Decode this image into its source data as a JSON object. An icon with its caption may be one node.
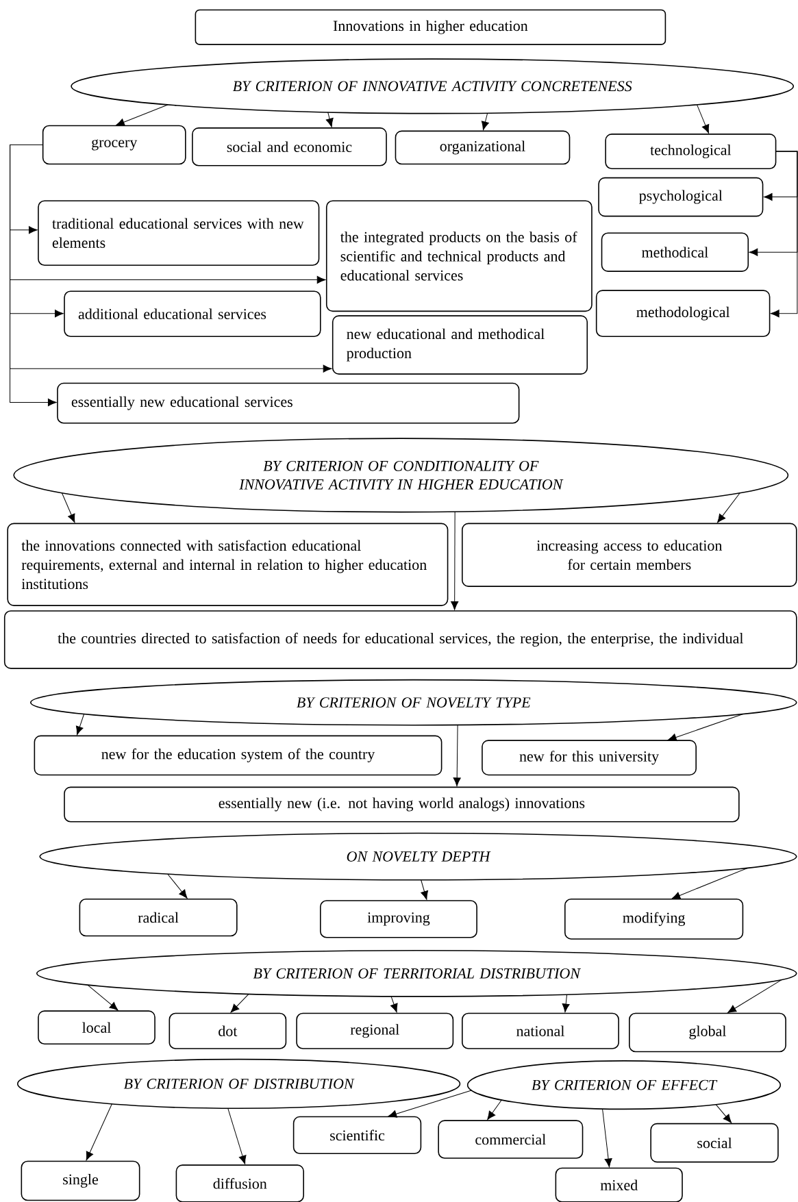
{
  "diagram": {
    "nodes": [
      {
        "text": [
          "Innovations in higher education"
        ]
      },
      {
        "text": [
          "BY CRITERION OF INNOVATIVE ACTIVITY CONCRETENESS"
        ]
      },
      {
        "text": [
          "grocery"
        ]
      },
      {
        "text": [
          "social and economic"
        ]
      },
      {
        "text": [
          "organizational"
        ]
      },
      {
        "text": [
          "technological"
        ]
      },
      {
        "text": [
          "psychological"
        ]
      },
      {
        "text": [
          "traditional educational services with new elements"
        ]
      },
      {
        "text": [
          "the integrated products on the basis of scientific and technical products and educational services"
        ]
      },
      {
        "text": [
          "methodical"
        ]
      },
      {
        "text": [
          "additional educational services"
        ]
      },
      {
        "text": [
          "methodological"
        ]
      },
      {
        "text": [
          "new educational and methodical production"
        ]
      },
      {
        "text": [
          "essentially new educational services"
        ]
      },
      {
        "text": [
          "BY CRITERION OF CONDITIONALITY OF INNOVATIVE ACTIVITY IN HIGHER EDUCATION"
        ]
      },
      {
        "text": [
          "the innovations connected with satisfaction educational requirements, external and internal in relation to higher education institutions"
        ]
      },
      {
        "text": [
          "increasing access to education for certain members"
        ]
      },
      {
        "text": [
          "the countries directed to satisfaction of needs for educational services, the region, the enterprise, the individual"
        ]
      },
      {
        "text": [
          "BY CRITERION OF NOVELTY TYPE"
        ]
      },
      {
        "text": [
          "new for the education system of the country"
        ]
      },
      {
        "text": [
          "new for this university"
        ]
      },
      {
        "text": [
          "essentially new (i.e. not having world analogs) innovations"
        ]
      },
      {
        "text": [
          "ON NOVELTY DEPTH"
        ]
      },
      {
        "text": [
          "radical"
        ]
      },
      {
        "text": [
          "improving"
        ]
      },
      {
        "text": [
          "modifying"
        ]
      },
      {
        "text": [
          "BY CRITERION OF TERRITORIAL DISTRIBUTION"
        ]
      },
      {
        "text": [
          "local"
        ]
      },
      {
        "text": [
          "dot"
        ]
      },
      {
        "text": [
          "regional"
        ]
      },
      {
        "text": [
          "national"
        ]
      },
      {
        "text": [
          "global"
        ]
      },
      {
        "text": [
          "BY CRITERION OF DISTRIBUTION"
        ]
      },
      {
        "text": [
          "BY CRITERION OF EFFECT"
        ]
      },
      {
        "text": [
          "scientific"
        ]
      },
      {
        "text": [
          "commercial"
        ]
      },
      {
        "text": [
          "social"
        ]
      },
      {
        "text": [
          "single"
        ]
      },
      {
        "text": [
          "diffusion"
        ]
      },
      {
        "text": [
          "mixed"
        ]
      }
    ],
    "edges": [
      {
        "from": 1,
        "to": 2,
        "arrow": "to"
      },
      {
        "from": 1,
        "to": 3,
        "arrow": "to"
      },
      {
        "from": 1,
        "to": 4,
        "arrow": "to"
      },
      {
        "from": 1,
        "to": 5,
        "arrow": "to"
      },
      {
        "from": 2,
        "to": 7,
        "arrow": "to"
      },
      {
        "from": 2,
        "to": 8,
        "arrow": "to"
      },
      {
        "from": 2,
        "to": 10,
        "arrow": "to"
      },
      {
        "from": 2,
        "to": 12,
        "arrow": "to"
      },
      {
        "from": 2,
        "to": 13,
        "arrow": "to"
      },
      {
        "from": 5,
        "to": 6,
        "arrow": "to"
      },
      {
        "from": 5,
        "to": 9,
        "arrow": "to"
      },
      {
        "from": 5,
        "to": 11,
        "arrow": "to"
      },
      {
        "from": 14,
        "to": 15,
        "arrow": "to"
      },
      {
        "from": 14,
        "to": 16,
        "arrow": "to"
      },
      {
        "from": 14,
        "to": 17,
        "arrow": "to"
      },
      {
        "from": 18,
        "to": 19,
        "arrow": "to"
      },
      {
        "from": 18,
        "to": 20,
        "arrow": "to"
      },
      {
        "from": 18,
        "to": 21,
        "arrow": "to"
      },
      {
        "from": 22,
        "to": 23,
        "arrow": "to"
      },
      {
        "from": 22,
        "to": 24,
        "arrow": "to"
      },
      {
        "from": 22,
        "to": 25,
        "arrow": "to"
      },
      {
        "from": 26,
        "to": 27,
        "arrow": "to"
      },
      {
        "from": 26,
        "to": 28,
        "arrow": "to"
      },
      {
        "from": 26,
        "to": 29,
        "arrow": "to"
      },
      {
        "from": 26,
        "to": 30,
        "arrow": "to"
      },
      {
        "from": 26,
        "to": 31,
        "arrow": "to"
      },
      {
        "from": 32,
        "to": 37,
        "arrow": "to"
      },
      {
        "from": 32,
        "to": 38,
        "arrow": "to"
      },
      {
        "from": 33,
        "to": 34,
        "arrow": "to"
      },
      {
        "from": 33,
        "to": 35,
        "arrow": "to"
      },
      {
        "from": 33,
        "to": 39,
        "arrow": "to"
      },
      {
        "from": 33,
        "to": 36,
        "arrow": "to"
      }
    ]
  }
}
